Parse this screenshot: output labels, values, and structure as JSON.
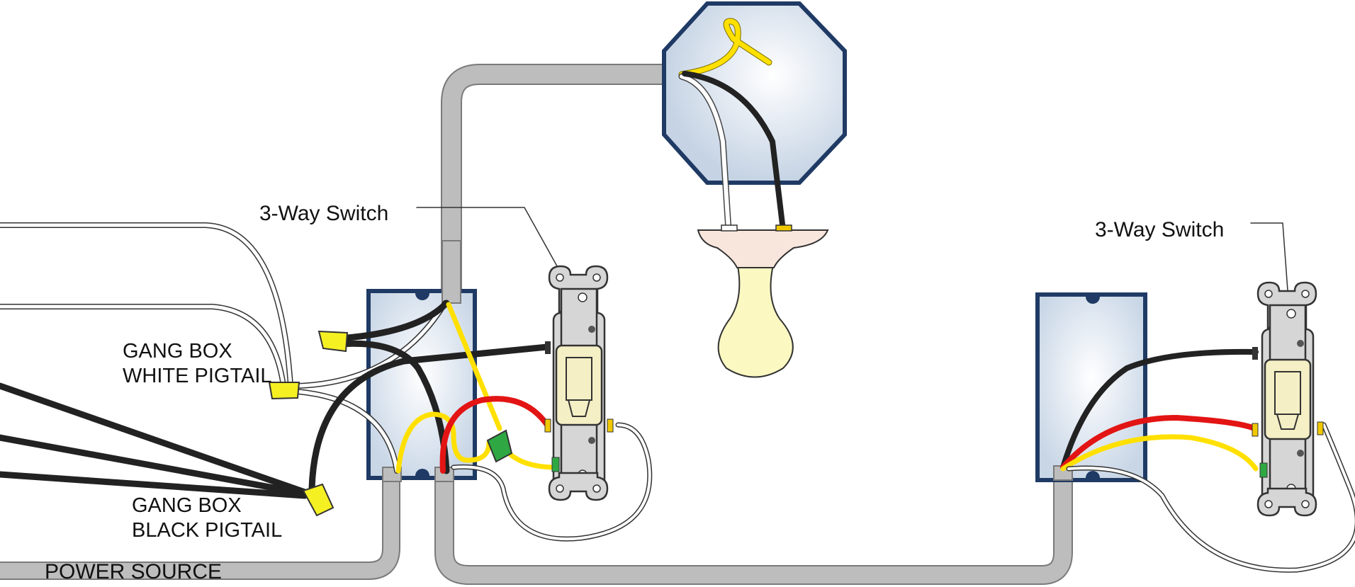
{
  "labels": {
    "switch_left": "3-Way Switch",
    "switch_right": "3-Way Switch",
    "white_pigtail_line1": "GANG BOX",
    "white_pigtail_line2": "WHITE PIGTAIL",
    "black_pigtail_line1": "GANG BOX",
    "black_pigtail_line2": "BLACK PIGTAIL",
    "power_source": "POWER SOURCE"
  },
  "colors": {
    "conduit": "#bdbdbd",
    "conduit_edge": "#7a7a7a",
    "box_fill": "#d7e2ee",
    "box_edge": "#1f3a64",
    "wire_black": "#222222",
    "wire_white": "#ffffff",
    "wire_red": "#e31414",
    "wire_yellow": "#ffe000",
    "wire_nut_yellow": "#f5f022",
    "wire_nut_green": "#2fa844",
    "bulb_glass": "#fbf8c2",
    "bulb_base": "#f8e6dc",
    "switch_body": "#d6d6d6",
    "toggle": "#f4efc4"
  },
  "icons": [
    "light-fixture-icon",
    "light-bulb-icon",
    "three-way-switch-icon",
    "wire-nut-icon",
    "gang-box-icon",
    "conduit-icon"
  ]
}
